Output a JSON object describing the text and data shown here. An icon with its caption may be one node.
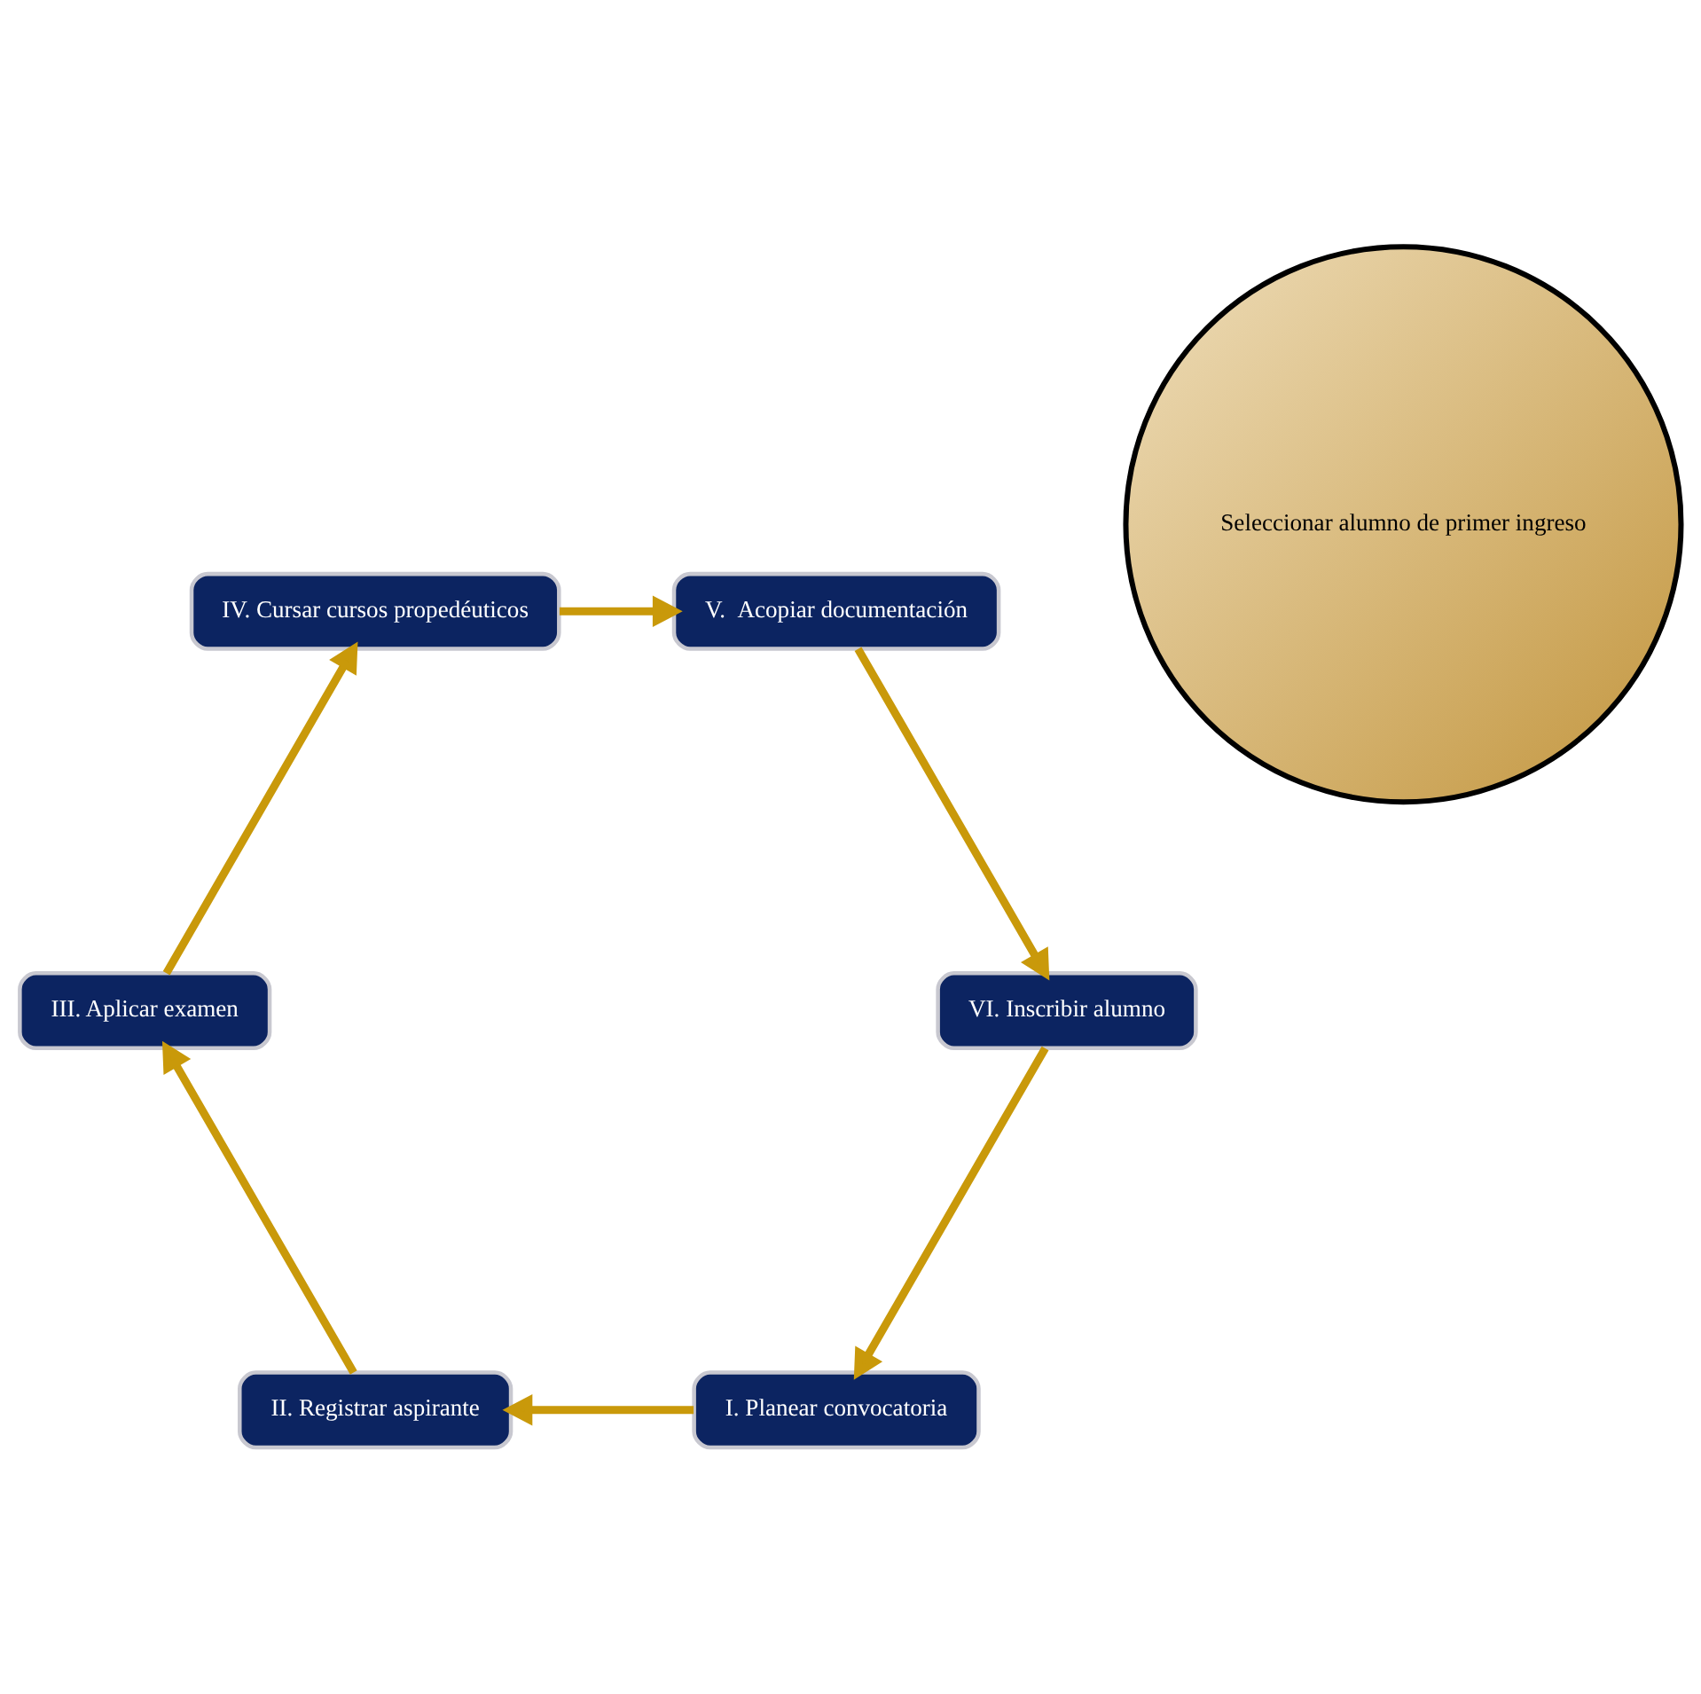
{
  "diagram": {
    "nodes": [
      {
        "text": [
          "Seleccionar alumno de primer ingreso"
        ]
      },
      {
        "text": [
          "I. Planear convocatoria"
        ]
      },
      {
        "text": [
          "II. Registrar aspirante"
        ]
      },
      {
        "text": [
          "III. Aplicar examen"
        ]
      },
      {
        "text": [
          "IV. Cursar cursos propedéuticos"
        ]
      },
      {
        "text": [
          "V.  Acopiar documentación"
        ]
      },
      {
        "text": [
          "VI. Inscribir alumno"
        ]
      }
    ],
    "edges": [
      {
        "from": 1,
        "to": 2,
        "arrow": "to"
      },
      {
        "from": 2,
        "to": 3,
        "arrow": "to"
      },
      {
        "from": 3,
        "to": 4,
        "arrow": "to"
      },
      {
        "from": 4,
        "to": 5,
        "arrow": "to"
      },
      {
        "from": 5,
        "to": 6,
        "arrow": "to"
      },
      {
        "from": 6,
        "to": 1,
        "arrow": "to"
      }
    ]
  }
}
